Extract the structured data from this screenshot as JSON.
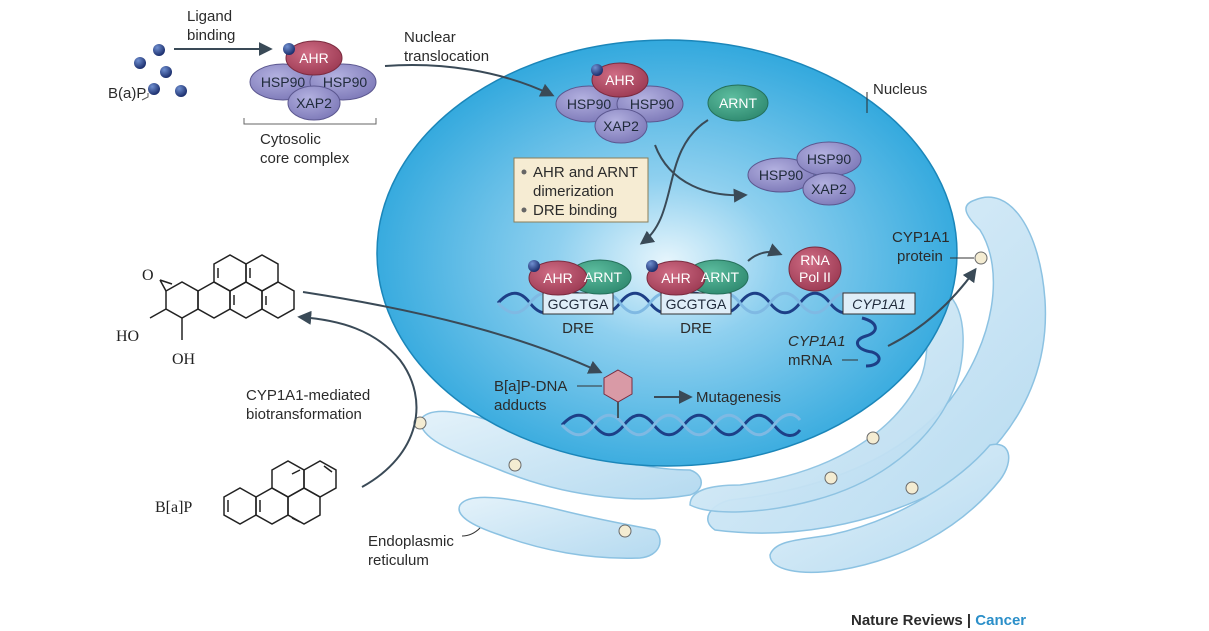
{
  "labels": {
    "ligand_binding": [
      "Ligand",
      "binding"
    ],
    "bap_top": "B(a)P",
    "nuclear_translocation": [
      "Nuclear",
      "translocation"
    ],
    "nucleus": "Nucleus",
    "cytosolic": [
      "Cytosolic",
      "core complex"
    ],
    "box": [
      "AHR and ARNT",
      "dimerization",
      "DRE binding"
    ],
    "dre": "DRE",
    "gcgtga": "GCGTGA",
    "cyp1a1_gene": "CYP1A1",
    "rna_pol": [
      "RNA",
      "Pol II"
    ],
    "protein": [
      "CYP1A1",
      "protein"
    ],
    "mrna": [
      "CYP1A1",
      "mRNA"
    ],
    "adducts": [
      "B[a]P-DNA",
      "adducts"
    ],
    "mutagenesis": "Mutagenesis",
    "biotransformation": [
      "CYP1A1-mediated",
      "biotransformation"
    ],
    "bap_bottom": "B[a]P",
    "er": [
      "Endoplasmic",
      "reticulum"
    ],
    "epoxide_o": "O",
    "ho": "HO",
    "oh": "OH"
  },
  "proteins": {
    "ahr": "AHR",
    "hsp90": "HSP90",
    "xap2": "XAP2",
    "arnt": "ARNT"
  },
  "footer": {
    "journal": "Nature Reviews",
    "separator": "|",
    "section": "Cancer"
  },
  "colors": {
    "ahr": "#b14a63",
    "hsp90": "#8c89c4",
    "arnt": "#3f9d84",
    "nucleus": "#39aee0",
    "er": "#bfe0f2",
    "dna_dark": "#1d3f87",
    "arrow": "#3a4a57"
  }
}
